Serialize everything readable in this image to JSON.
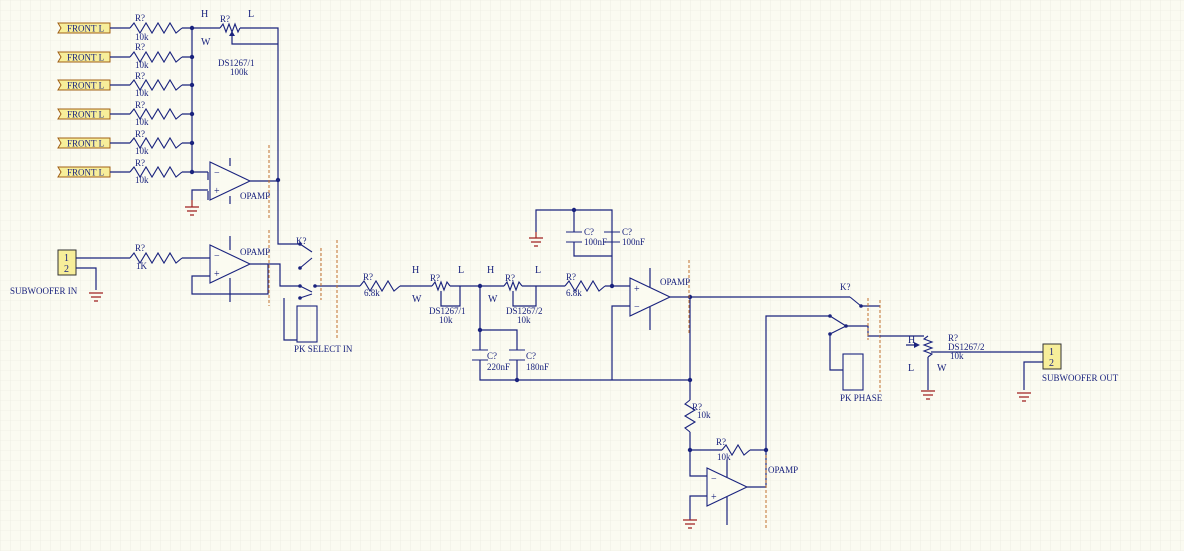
{
  "colors": {
    "background": "#fbfbf1",
    "grid": "#e6e6dc",
    "wire": "#1a237e",
    "ground": "#a02020",
    "port_fill": "#f7ee9a",
    "dashed_outline": "#c07030"
  },
  "ports": {
    "front_inputs": [
      "FRONT L",
      "FRONT L",
      "FRONT L",
      "FRONT L",
      "FRONT L",
      "FRONT L"
    ]
  },
  "connectors": {
    "sub_in": {
      "pins": [
        "1",
        "2"
      ],
      "label": "SUBWOOFER IN"
    },
    "sub_out": {
      "pins": [
        "1",
        "2"
      ],
      "label": "SUBWOOFER OUT"
    }
  },
  "components": {
    "r_mix": {
      "designator": "R?",
      "values": [
        "10k",
        "10k",
        "10k",
        "10k",
        "10k",
        "10k"
      ]
    },
    "pot_top": {
      "designator": "R?",
      "h": "H",
      "l": "L",
      "w": "W",
      "part": "DS1267/1",
      "value": "100k"
    },
    "opamp_mix": {
      "label": "OPAMP"
    },
    "r_in": {
      "designator": "R?",
      "value": "1K"
    },
    "opamp_in": {
      "label": "OPAMP"
    },
    "relay_select": {
      "designator": "K?",
      "label": "PK SELECT IN"
    },
    "r1": {
      "designator": "R?",
      "value": "6.8k"
    },
    "pot1": {
      "designator": "R?",
      "h": "H",
      "l": "L",
      "w": "W",
      "part": "DS1267/1",
      "value": "10k"
    },
    "pot2": {
      "designator": "R?",
      "h": "H",
      "l": "L",
      "w": "W",
      "part": "DS1267/2",
      "value": "10k"
    },
    "r2": {
      "designator": "R?",
      "value": "6.8k"
    },
    "c_top1": {
      "designator": "C?",
      "value": "100nF"
    },
    "c_top2": {
      "designator": "C?",
      "value": "100nF"
    },
    "c_bot1": {
      "designator": "C?",
      "value": "220nF"
    },
    "c_bot2": {
      "designator": "C?",
      "value": "180nF"
    },
    "opamp_filter": {
      "label": "OPAMP"
    },
    "r_inv1": {
      "designator": "R?",
      "value": "10k"
    },
    "r_inv2": {
      "designator": "R?",
      "value": "10k"
    },
    "opamp_inv": {
      "label": "OPAMP"
    },
    "relay_phase": {
      "designator": "K?",
      "label": "PK PHASE"
    },
    "pot_out": {
      "designator": "R?",
      "h": "H",
      "l": "L",
      "w": "W",
      "part": "DS1267/2",
      "value": "10k"
    }
  }
}
